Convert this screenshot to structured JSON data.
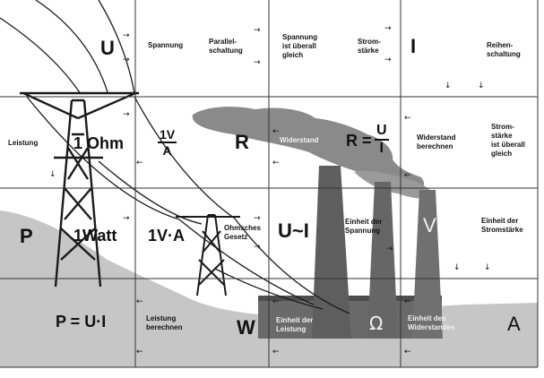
{
  "cells": {
    "r0c0": "U",
    "r0c1": "Spannung",
    "r0c2a": "Parallel-",
    "r0c2b": "schaltung",
    "r0c3a": "Spannung",
    "r0c3b": "ist überall",
    "r0c3c": "gleich",
    "r0c4a": "Strom-",
    "r0c4b": "stärke",
    "r0c5": "I",
    "r0c6a": "Reihen-",
    "r0c6b": "schaltung",
    "r1c0a": "Leistung",
    "r1c0b": "1 Ohm",
    "r1c1num": "1V",
    "r1c1den": "A",
    "r1c2": "R",
    "r1c3": "Widerstand",
    "r1c4left": "R =",
    "r1c4num": "U",
    "r1c4den": "I",
    "r1c5a": "Widerstand",
    "r1c5b": "berechnen",
    "r1c6a": "Strom-",
    "r1c6b": "stärke",
    "r1c6c": "ist überall",
    "r1c6d": "gleich",
    "r2c0": "P",
    "r2c0b": "1Watt",
    "r2c1": "1V·A",
    "r2c2a": "Ohmsches",
    "r2c2b": "Gesetz",
    "r2c3": "U~I",
    "r2c4a": "Einheit der",
    "r2c4b": "Spannung",
    "r2c5": "V",
    "r2c6a": "Einheit der",
    "r2c6b": "Stromstärke",
    "r3c0": "P = U·I",
    "r3c1a": "Leistung",
    "r3c1b": "berechnen",
    "r3c2": "W",
    "r3c3a": "Einheit der",
    "r3c3b": "Leistung",
    "r3c4": "Ω",
    "r3c5a": "Einheit des",
    "r3c5b": "Widerstandes",
    "r3c6": "A"
  },
  "colors": {
    "ground": "#c6c6c6",
    "smoke": "#8a8a8a",
    "chimney": "#5e5e5e",
    "tower": "#1a1a1a",
    "grid": "#333333"
  },
  "icons": [
    "right-arrow-icon",
    "down-arrow-icon",
    "left-arrow-icon"
  ]
}
